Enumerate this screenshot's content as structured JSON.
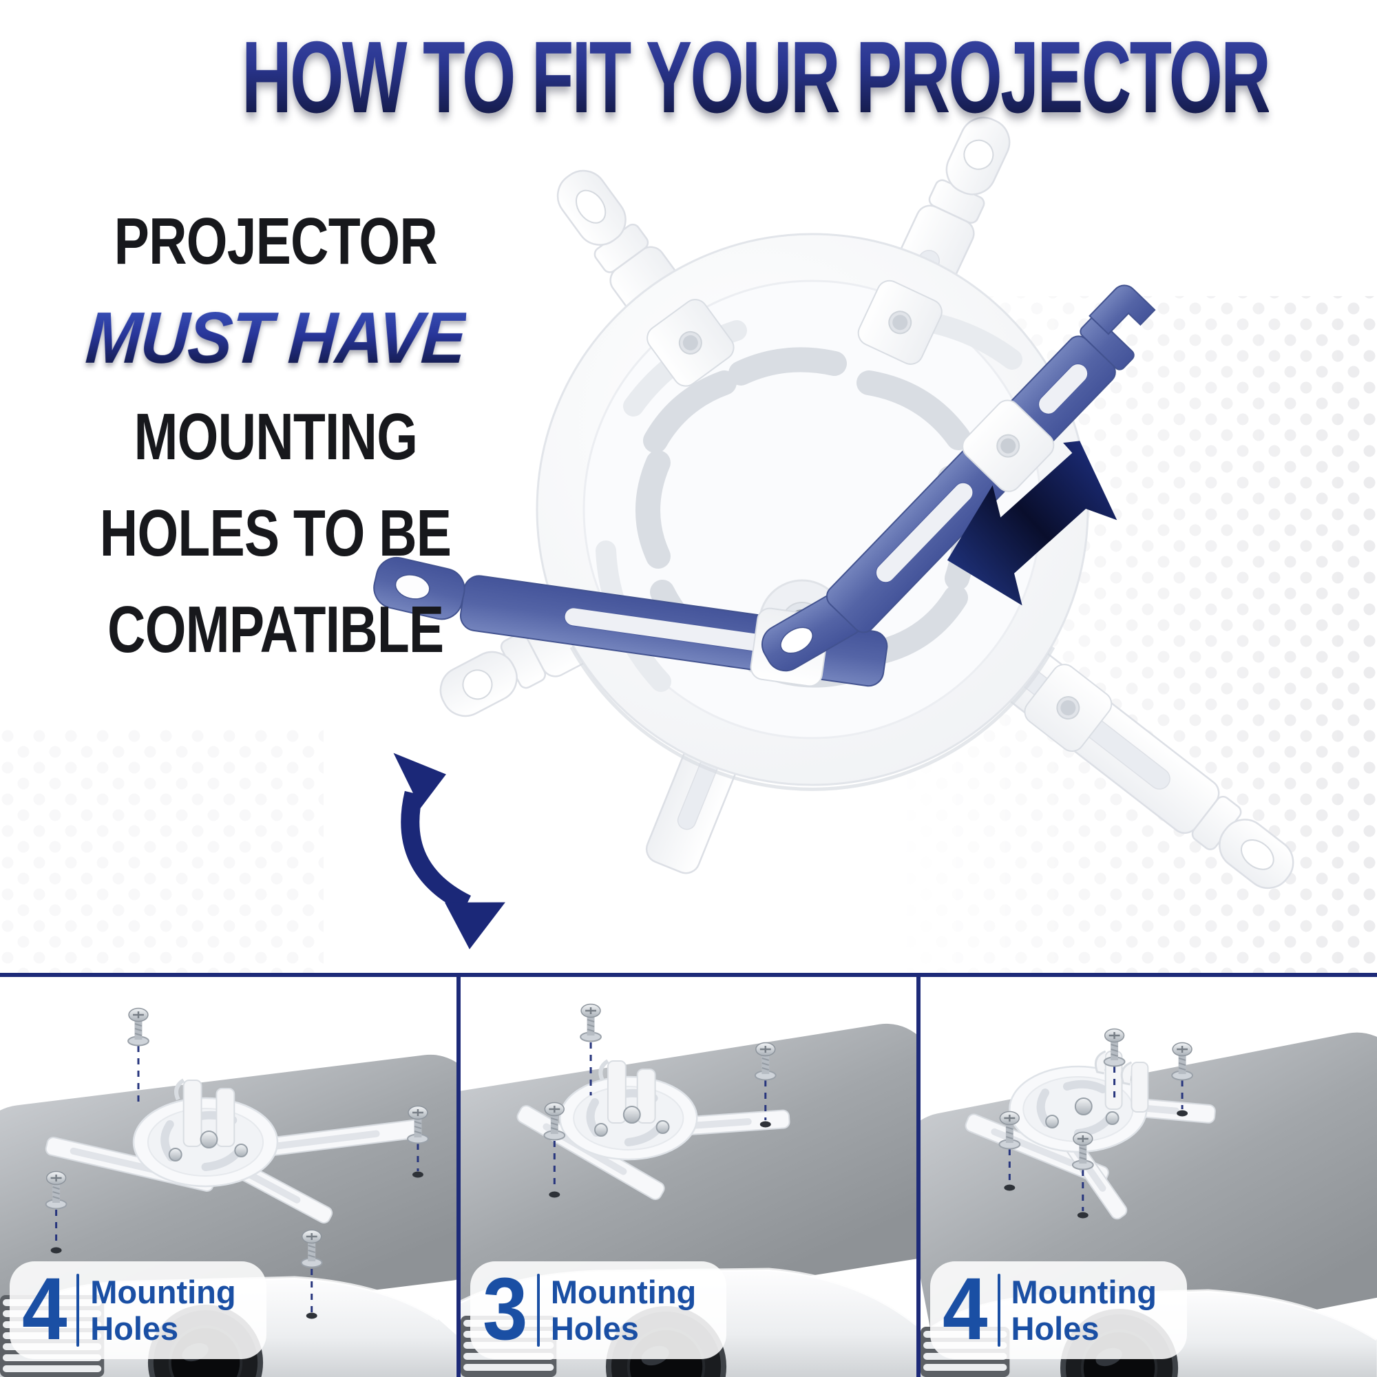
{
  "title": {
    "text": "HOW TO FIT YOUR PROJECTOR"
  },
  "callout": {
    "line1": "PROJECTOR",
    "line2": "MUST HAVE",
    "line3": "MOUNTING",
    "line4": "HOLES TO BE",
    "line5": "COMPATIBLE"
  },
  "hero": {
    "illustration": "universal projector ceiling mount plate with four adjustable slotted arms",
    "highlighted_arms": "two arms highlighted in blue showing extend and rotate adjustment",
    "extend_arrow": "double-headed diagonal arrow",
    "rotate_arrow": "curved double-headed arrow",
    "arm_highlight_color": "#5565a7",
    "arrow_color": "#1b2878"
  },
  "panels": [
    {
      "count": "4",
      "label_line1": "Mounting",
      "label_line2": "Holes"
    },
    {
      "count": "3",
      "label_line1": "Mounting",
      "label_line2": "Holes"
    },
    {
      "count": "4",
      "label_line1": "Mounting",
      "label_line2": "Holes"
    }
  ],
  "colors": {
    "divider_navy": "#1d2a78",
    "badge_text_blue": "#1a4fa4",
    "title_navy_top": "#3d4aa8",
    "title_navy_bottom": "#0c102f"
  }
}
